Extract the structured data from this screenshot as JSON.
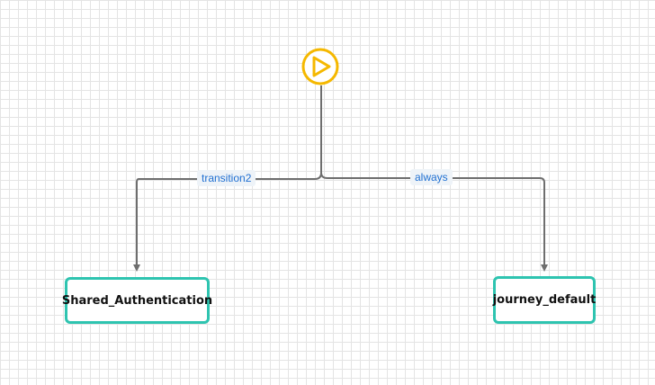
{
  "diagram": {
    "start_node": {
      "icon": "play-icon",
      "color": "#f5b800"
    },
    "edges": [
      {
        "label": "transition2",
        "target": "Shared_Authentication"
      },
      {
        "label": "always",
        "target": "journey_default"
      }
    ],
    "nodes": [
      {
        "label": "Shared_Authentication",
        "border_color": "#2ec4b0"
      },
      {
        "label": "journey_default",
        "border_color": "#2ec4b0"
      }
    ],
    "colors": {
      "edge": "#6e6e6e",
      "edge_label_text": "#1f6fd1",
      "edge_label_bg": "#eef3f8",
      "grid": "#e4e4e4"
    }
  }
}
